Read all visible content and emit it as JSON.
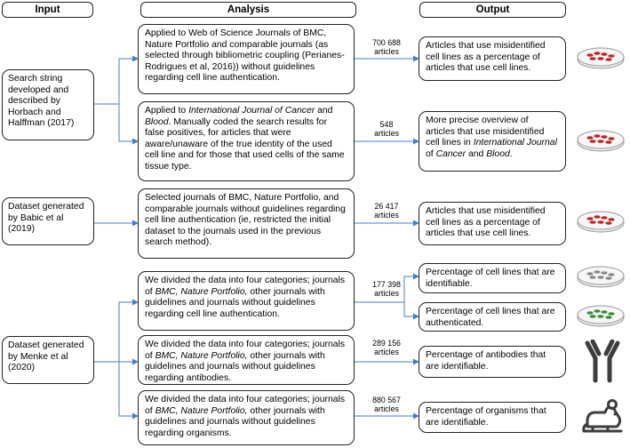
{
  "headers": {
    "input": "Input",
    "analysis": "Analysis",
    "output": "Output"
  },
  "inputs": [
    {
      "text": "Search string developed and described by Horbach and Halffman (2017)"
    },
    {
      "text": "Dataset generated by Babic et al (2019)"
    },
    {
      "text": "Dataset generated by Menke et al (2020)"
    }
  ],
  "analysis": [
    {
      "text": "Applied to Web of Science Journals of BMC, Nature Portfolio and comparable journals (as selected through bibliometric coupling (Perianes-Rodrigues et al, 2016)) without guidelines regarding cell line authentication."
    },
    {
      "pre": "Applied to ",
      "italic1": "International Journal of Cancer",
      "mid": " and ",
      "italic2": "Blood",
      "post": ". Manually coded the search results for false positives, for articles that were aware/unaware of the true identity of the used cell line and for those that used cells of the same tissue type."
    },
    {
      "text": "Selected journals of BMC, Nature Portfolio, and comparable journals without guidelines regarding cell line authentication (ie, restricted the initial dataset to the journals used in the previous search method)."
    },
    {
      "pre": "We divided the data into four categories; journals of ",
      "italic1": "BMC, Nature Portfolio,",
      "post": " other journals with guidelines and journals without guidelines regarding cell line authentication."
    },
    {
      "pre": "We divided the data into four categories; journals of ",
      "italic1": "BMC, Nature Portfolio,",
      "post": " other journals with guidelines and journals without guidelines regarding antibodies."
    },
    {
      "pre": "We divided the data into four categories; journals of ",
      "italic1": "BMC, Nature Portfolio,",
      "post": " other journals with guidelines and journals without guidelines regarding organisms."
    }
  ],
  "counts": [
    {
      "value": "700 688",
      "unit": "articles"
    },
    {
      "value": "548",
      "unit": "articles"
    },
    {
      "value": "26 417",
      "unit": "articles"
    },
    {
      "value": "177 398",
      "unit": "articles"
    },
    {
      "value": "289 156",
      "unit": "articles"
    },
    {
      "value": "880 567",
      "unit": "articles"
    }
  ],
  "outputs": [
    {
      "text": "Articles that use misidentified cell lines as a percentage of articles that use cell lines."
    },
    {
      "pre": "More precise overview of articles that use misidentified cell lines in ",
      "italic1": "International Journal",
      "mid": " of ",
      "italic2": "Cancer",
      "mid2": " and ",
      "italic3": "Blood",
      "post": "."
    },
    {
      "text": "Articles that use misidentified cell lines as a percentage of articles that use cell lines."
    },
    {
      "text": "Percentage of cell lines that are identifiable."
    },
    {
      "text": "Percentage of cell lines that are authenticated."
    },
    {
      "text": "Percentage of antibodies that are identifiable."
    },
    {
      "text": "Percentage of organisms that are identifiable."
    }
  ],
  "icons": {
    "dish_red": "petri-dish-red-cells-icon",
    "dish_grey": "petri-dish-grey-cells-icon",
    "dish_green": "petri-dish-green-cells-icon",
    "antibody": "antibody-icon",
    "rat": "rat-icon"
  },
  "colors": {
    "arrow": "#4a7cc0",
    "cell_red": "#b82a2a",
    "cell_grey": "#8a8a8a",
    "cell_green": "#3f8a3f",
    "icon_dark": "#3d3d3d"
  }
}
